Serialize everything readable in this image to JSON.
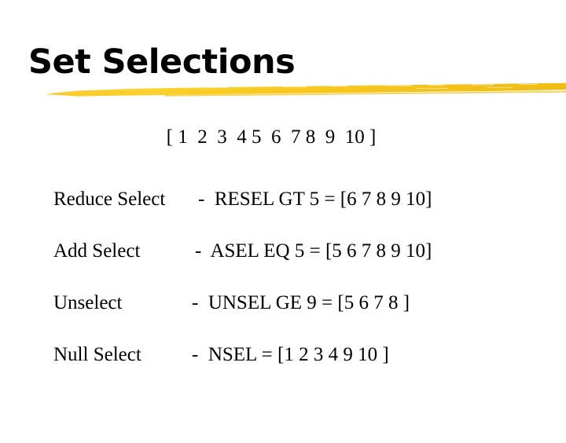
{
  "slide": {
    "title": "Set Selections",
    "accent_color": "#F5C518",
    "accent_color_dark": "#EDB713",
    "text_color": "#000000",
    "background_color": "#FFFFFF",
    "set_line": "[ 1  2  3  4 5  6  7 8  9  10 ]",
    "rows": [
      {
        "label": "Reduce Select",
        "expression": "-  RESEL GT 5 = [6 7 8 9 10]"
      },
      {
        "label": "Add Select",
        "expression": "-  ASEL EQ 5 = [5 6 7 8 9 10]"
      },
      {
        "label": "Unselect",
        "expression": "-  UNSEL GE 9 = [5 6 7 8 ]"
      },
      {
        "label": "Null Select",
        "expression": "-  NSEL = [1 2 3 4 9 10 ]"
      }
    ]
  }
}
